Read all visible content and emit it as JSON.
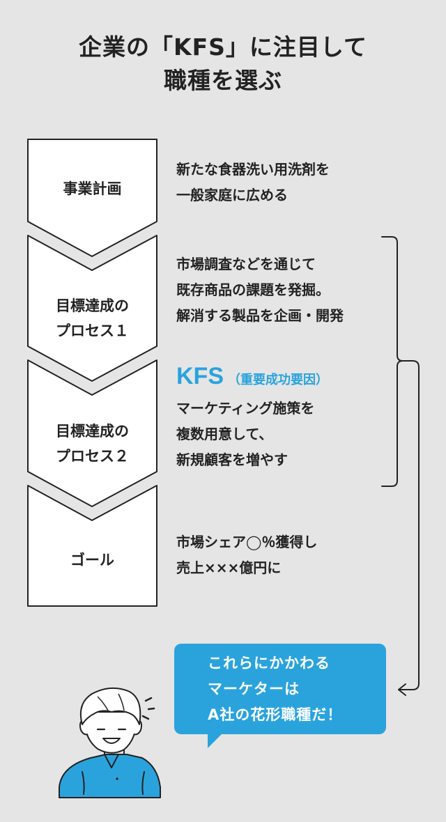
{
  "title": {
    "line1": "企業の「KFS」に注目して",
    "line2": "職種を選ぶ"
  },
  "steps": [
    {
      "label_lines": [
        "事業計画"
      ]
    },
    {
      "label_lines": [
        "目標達成の",
        "プロセス１"
      ]
    },
    {
      "label_lines": [
        "目標達成の",
        "プロセス２"
      ]
    },
    {
      "label_lines": [
        "ゴール"
      ]
    }
  ],
  "descriptions": {
    "plan": [
      "新たな食器洗い用洗剤を",
      "一般家庭に広める"
    ],
    "process1": [
      "市場調査などを通じて",
      "既存商品の課題を発掘。",
      "解消する製品を企画・開発"
    ],
    "kfs_title": "KFS",
    "kfs_subtitle": "（重要成功要因）",
    "process2": [
      "マーケティング施策を",
      "複数用意して、",
      "新規顧客を増やす"
    ],
    "goal": [
      "市場シェア◯％獲得し",
      "売上×××億円に"
    ]
  },
  "bubble": {
    "lines": [
      "これらにかかわる",
      "マーケターは",
      "A社の花形職種だ！"
    ]
  },
  "colors": {
    "accent": "#29a3dc",
    "background": "#e5e5e5",
    "chevron_fill": "#ffffff",
    "chevron_stroke": "#222222",
    "shirt": "#2aa3dd"
  }
}
